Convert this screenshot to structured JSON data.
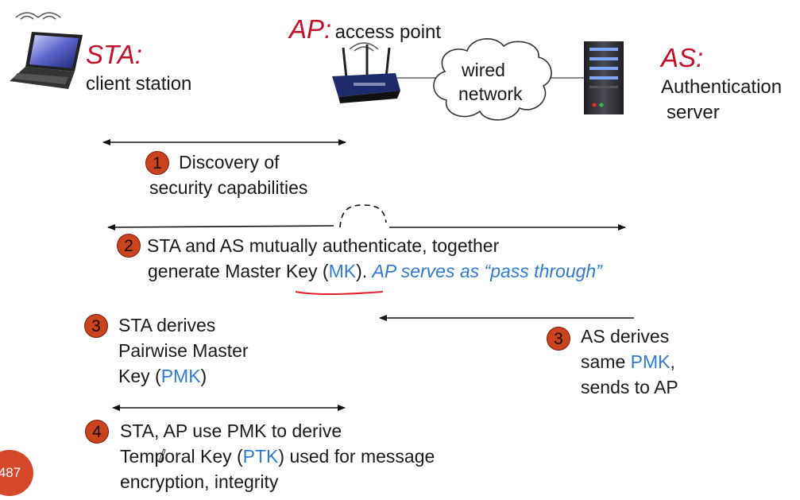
{
  "entities": {
    "sta": {
      "abbr": "STA:",
      "desc": "client station"
    },
    "ap": {
      "abbr": "AP:",
      "desc": "access point"
    },
    "as": {
      "abbr": "AS:",
      "desc_line1": "Authentication",
      "desc_line2": "server"
    },
    "cloud": {
      "line1": "wired",
      "line2": "network"
    }
  },
  "steps": {
    "s1": {
      "num": "1",
      "line1": "Discovery of",
      "line2": "security capabilities"
    },
    "s2": {
      "num": "2",
      "line1": "STA and AS mutually authenticate, together",
      "line2_pre": "generate Master Key (",
      "line2_key": "MK",
      "line2_mid": "). ",
      "line2_italic": "AP serves as “pass through”"
    },
    "s3a": {
      "num": "3",
      "line1": "STA derives",
      "line2": "Pairwise Master",
      "line3_pre": "Key (",
      "line3_key": "PMK",
      "line3_post": ")"
    },
    "s3b": {
      "num": "3",
      "line1": "AS derives",
      "line2_pre": "same ",
      "line2_key": "PMK",
      "line2_post": ",",
      "line3": "sends to AP"
    },
    "s4": {
      "num": "4",
      "line1": "STA, AP use PMK to derive",
      "line2_pre": "Temporal Key (",
      "line2_key": "PTK",
      "line2_post": ") used for message",
      "line3": "encryption, integrity"
    }
  },
  "page_number": "487",
  "colors": {
    "title_red": "#c4102a",
    "key_blue": "#2f7bd1",
    "step_circle": "#c9431f",
    "annotation_red": "#e0202a"
  }
}
